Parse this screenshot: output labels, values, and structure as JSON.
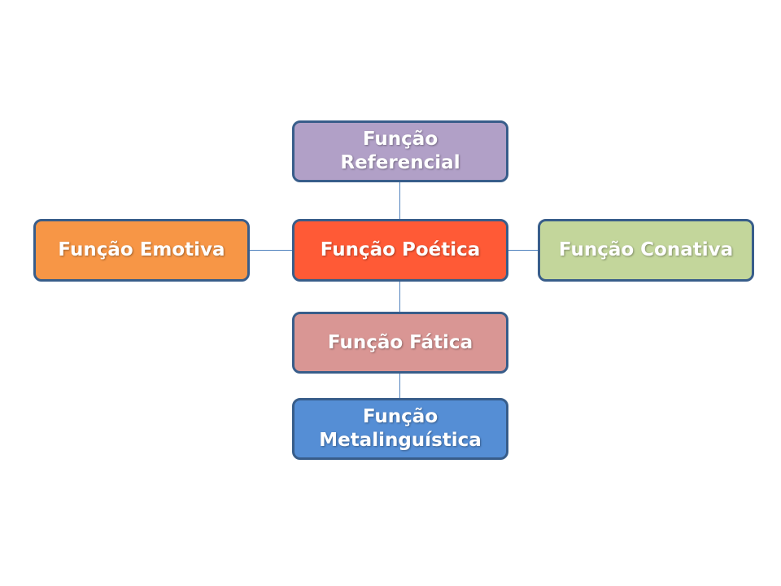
{
  "diagram": {
    "nodes": {
      "referencial": {
        "label": "Função\nReferencial",
        "color": "#b1a0c7"
      },
      "emotiva": {
        "label": "Função Emotiva",
        "color": "#f79646"
      },
      "poetica": {
        "label": "Função Poética",
        "color": "#ff5a36"
      },
      "conativa": {
        "label": "Função Conativa",
        "color": "#c3d69b"
      },
      "fatica": {
        "label": "Função Fática",
        "color": "#d99694"
      },
      "metalinguistica": {
        "label": "Função\nMetalinguística",
        "color": "#558ed5"
      }
    },
    "connector_color": "#4f81bd",
    "border_color": "#385d8a"
  }
}
